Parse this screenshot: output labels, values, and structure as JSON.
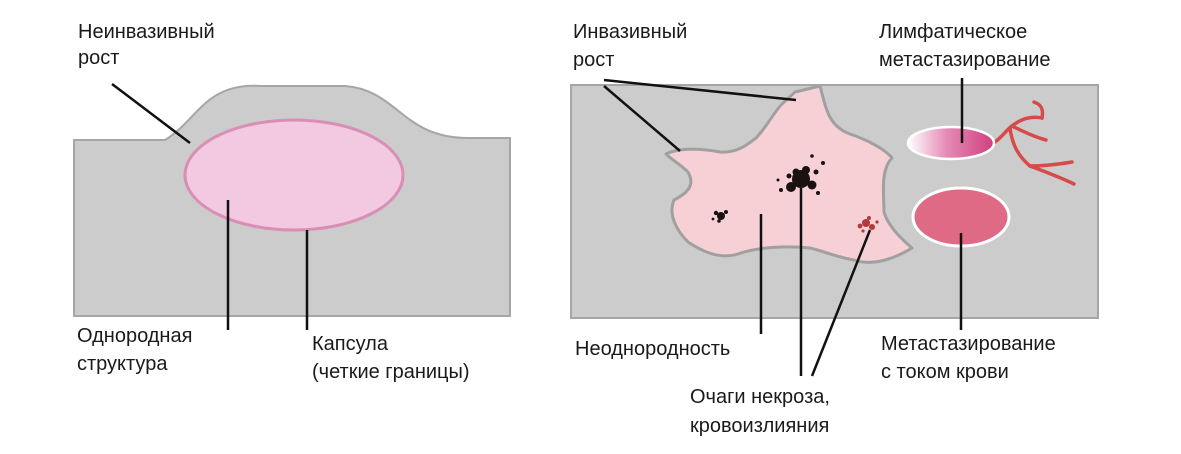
{
  "left_panel": {
    "label_noninvasive": [
      "Неинвазивный",
      "рост"
    ],
    "label_homogeneous": [
      "Однородная",
      "структура"
    ],
    "label_capsule": [
      "Капсула",
      "(четкие границы)"
    ]
  },
  "right_panel": {
    "label_invasive": [
      "Инвазивный",
      "рост"
    ],
    "label_lymphatic": [
      "Лимфатическое",
      "метастазирование"
    ],
    "label_heterogeneity": [
      "Неоднородность"
    ],
    "label_necrosis": [
      "Очаги некроза,",
      "кровоизлияния"
    ],
    "label_blood": [
      "Метастазирование",
      "с током крови"
    ]
  },
  "colors": {
    "tissue": "#cccccc",
    "tissue_edge": "#a6a6a6",
    "tumor_fill": "#f2c9e0",
    "capsule_stroke": "#d98fb5",
    "invasive_fill": "#f6d0d5",
    "lymph_node": "#d4508a",
    "blood_node": "#de6a86",
    "vessel": "#d64a4a",
    "necrosis": "#1a1210",
    "hemorrhage": "#b23a3a",
    "leader_line": "#111111"
  }
}
